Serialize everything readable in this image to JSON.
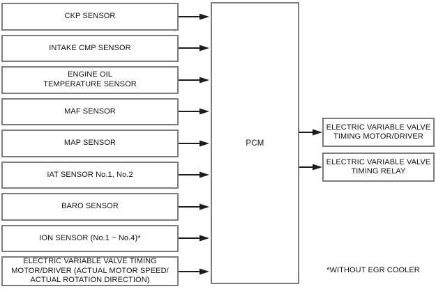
{
  "diagram": {
    "pcm_label": "PCM",
    "footnote": "*WITHOUT EGR COOLER",
    "inputs": [
      {
        "label_lines": [
          "CKP SENSOR"
        ]
      },
      {
        "label_lines": [
          "INTAKE CMP SENSOR"
        ]
      },
      {
        "label_lines": [
          "ENGINE OIL",
          "TEMPERATURE SENSOR"
        ]
      },
      {
        "label_lines": [
          "MAF SENSOR"
        ]
      },
      {
        "label_lines": [
          "MAP SENSOR"
        ]
      },
      {
        "label_lines": [
          "IAT SENSOR No.1, No.2"
        ]
      },
      {
        "label_lines": [
          "BARO SENSOR"
        ]
      },
      {
        "label_lines": [
          "ION SENSOR (No.1 ~ No.4)*"
        ]
      },
      {
        "label_lines": [
          "ELECTRIC VARIABLE VALVE TIMING",
          "MOTOR/DRIVER (ACTUAL MOTOR SPEED/",
          "ACTUAL ROTATION DIRECTION)"
        ]
      }
    ],
    "outputs": [
      {
        "label_lines": [
          "ELECTRIC VARIABLE VALVE",
          "TIMING MOTOR/DRIVER"
        ]
      },
      {
        "label_lines": [
          "ELECTRIC VARIABLE VALVE",
          "TIMING RELAY"
        ]
      }
    ],
    "colors": {
      "box_border": "#7c7c7c",
      "arrow": "#1c1c1c",
      "text": "#111111",
      "background": "#ffffff"
    }
  }
}
